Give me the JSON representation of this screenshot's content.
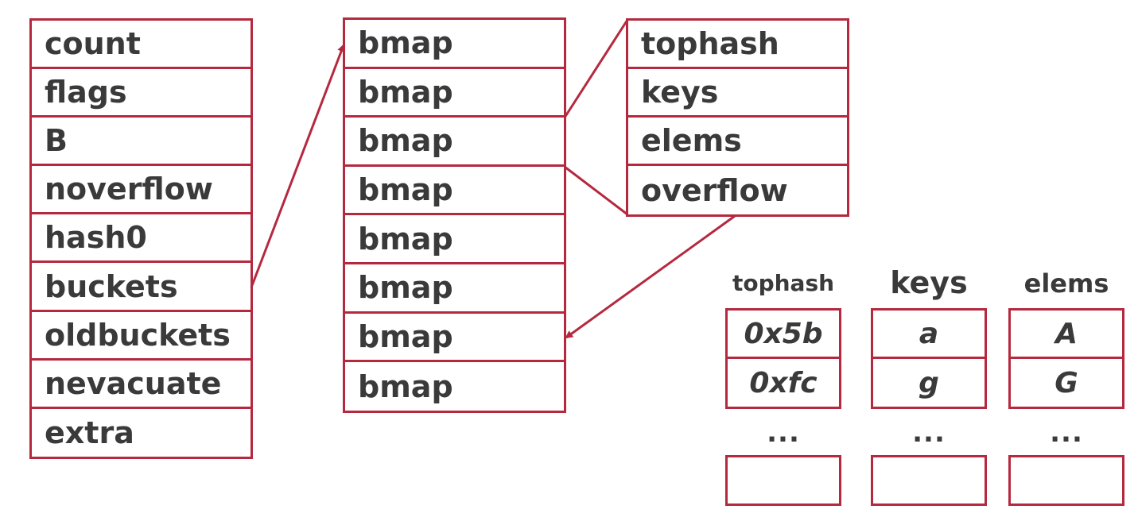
{
  "hmap": {
    "fields": [
      "count",
      "flags",
      "B",
      "noverflow",
      "hash0",
      "buckets",
      "oldbuckets",
      "nevacuate",
      "extra"
    ]
  },
  "buckets": {
    "items": [
      "bmap",
      "bmap",
      "bmap",
      "bmap",
      "bmap",
      "bmap",
      "bmap",
      "bmap"
    ]
  },
  "bmap": {
    "fields": [
      "tophash",
      "keys",
      "elems",
      "overflow"
    ]
  },
  "arrays": {
    "tophash": {
      "header": "tophash",
      "values": [
        "0x5b",
        "0xfc"
      ],
      "ellipsis": "..."
    },
    "keys": {
      "header": "keys",
      "values": [
        "a",
        "g"
      ],
      "ellipsis": "..."
    },
    "elems": {
      "header": "elems",
      "values": [
        "A",
        "G"
      ],
      "ellipsis": "..."
    }
  },
  "colors": {
    "border": "#b5293f",
    "text": "#3a3a3a"
  }
}
